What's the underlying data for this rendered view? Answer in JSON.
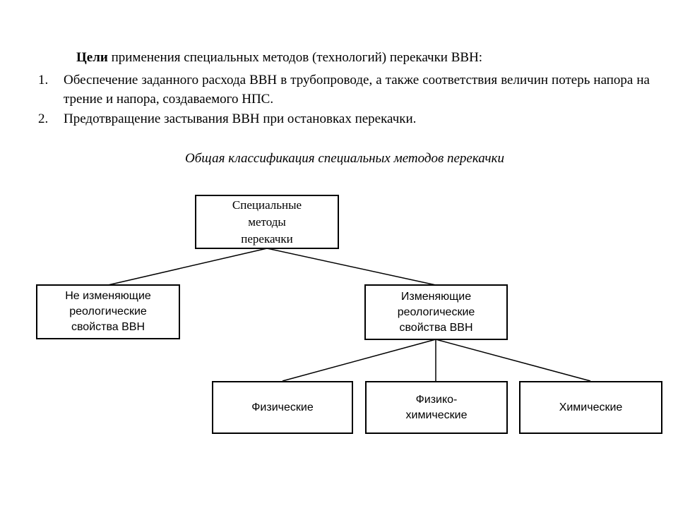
{
  "header": {
    "bold_word": "Цели",
    "rest": " применения специальных методов (технологий) перекачки ВВН:"
  },
  "goals": [
    {
      "number": "1.",
      "text": "Обеспечение заданного расхода ВВН в трубопроводе, а также соответствия величин потерь напора на трение и напора, создаваемого НПС."
    },
    {
      "number": "2.",
      "text": "Предотвращение застывания ВВН при остановках перекачки."
    }
  ],
  "caption": "Общая классификация специальных методов перекачки",
  "diagram": {
    "root": "Специальные\nметоды\nперекачки",
    "left": "Не изменяющие\nреологические\nсвойства ВВН",
    "right": "Изменяющие\nреологические\nсвойства ВВН",
    "children": [
      "Физические",
      "Физико-\nхимические",
      "Химические"
    ]
  }
}
